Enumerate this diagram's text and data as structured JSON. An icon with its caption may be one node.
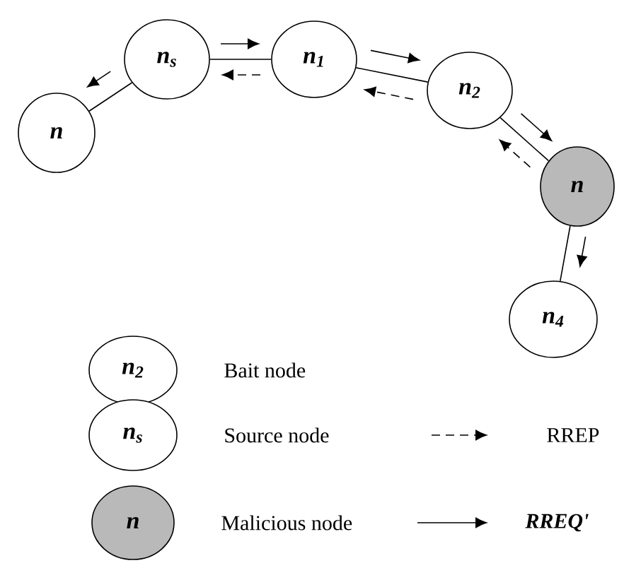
{
  "diagram": {
    "nodes": [
      {
        "text": [
          "n$_{s}$"
        ]
      },
      {
        "text": [
          "n$_{1}$"
        ]
      },
      {
        "text": [
          "n$_{2}$"
        ]
      },
      {
        "text": [
          "n"
        ]
      },
      {
        "text": [
          "n$_{4}$"
        ]
      },
      {
        "text": [
          "n"
        ]
      },
      {
        "text": [
          "n$_{2}$"
        ],
        "beside": [
          "Bait node"
        ]
      },
      {
        "text": [
          "n$_{s}$"
        ],
        "beside": [
          "Source node"
        ]
      },
      {
        "text": [
          "n"
        ],
        "beside": [
          "Malicious node"
        ]
      }
    ],
    "edges": [
      {
        "from": 0,
        "to": 1,
        "arrow": "none"
      },
      {
        "from": 1,
        "to": 2,
        "arrow": "none"
      },
      {
        "from": 2,
        "to": 3,
        "arrow": "none"
      },
      {
        "from": 3,
        "to": 4,
        "arrow": "none"
      },
      {
        "from": 0,
        "to": 5,
        "arrow": "none"
      },
      {
        "from": 0,
        "to": 1,
        "arrow": "to"
      },
      {
        "from": 1,
        "to": 0,
        "arrow": "to",
        "style": "dashed"
      },
      {
        "from": 1,
        "to": 2,
        "arrow": "to"
      },
      {
        "from": 2,
        "to": 1,
        "arrow": "to",
        "style": "dashed"
      },
      {
        "from": 2,
        "to": 3,
        "arrow": "to"
      },
      {
        "from": 3,
        "to": 2,
        "arrow": "to",
        "style": "dashed"
      },
      {
        "from": 3,
        "to": 4,
        "arrow": "to"
      },
      {
        "from": 0,
        "to": 5,
        "arrow": "to"
      }
    ],
    "legend": [
      {
        "text": "RREP"
      },
      {
        "text": "RREQ'"
      }
    ]
  }
}
